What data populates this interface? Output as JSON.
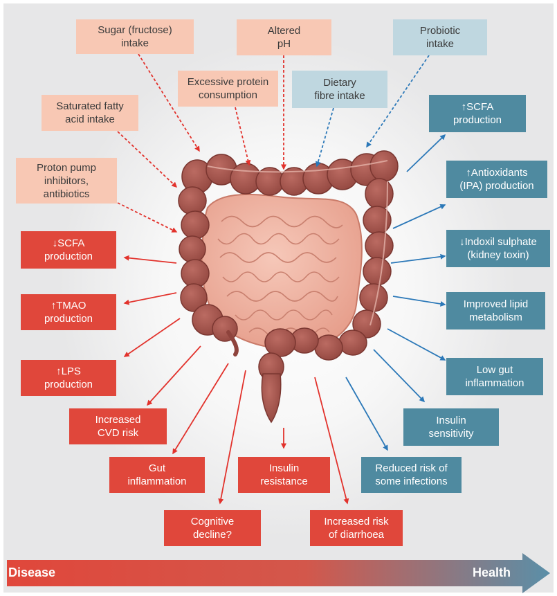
{
  "inputs_harmful": {
    "sugar": "Sugar (fructose)\nintake",
    "ph": "Altered\npH",
    "protein": "Excessive protein\nconsumption",
    "fat": "Saturated fatty\nacid intake",
    "ppi": "Proton pump\ninhibitors,\nantibiotics"
  },
  "inputs_beneficial": {
    "probiotic": "Probiotic\nintake",
    "fibre": "Dietary\nfibre intake"
  },
  "outcomes_beneficial": {
    "scfa_up": "↑SCFA\nproduction",
    "antiox": "↑Antioxidants\n(IPA) production",
    "indoxil": "↓Indoxil sulphate\n(kidney toxin)",
    "lipid": "Improved lipid\nmetabolism",
    "low_gut": "Low gut\ninflammation",
    "insulin_sens": "Insulin\nsensitivity",
    "infections": "Reduced risk of\nsome infections"
  },
  "outcomes_harmful": {
    "scfa_down": "↓SCFA\nproduction",
    "tmao": "↑TMAO\nproduction",
    "lps": "↑LPS\nproduction",
    "cvd": "Increased\nCVD risk",
    "gut_inflam": "Gut\ninflammation",
    "cognitive": "Cognitive\ndecline?",
    "insulin_res": "Insulin\nresistance",
    "diarrhoea": "Increased risk\nof diarrhoea"
  },
  "scale_bar": {
    "left_label": "Disease",
    "right_label": "Health"
  },
  "colors": {
    "harmful_input": "#f8c8b4",
    "beneficial_input": "#bfd7e0",
    "beneficial_outcome": "#4f8aa0",
    "harmful_outcome": "#e0473b",
    "red_arrow": "#e2322c",
    "blue_arrow": "#2b78b8",
    "colon": "#a8564f",
    "small_intestine": "#f0b3a3"
  }
}
